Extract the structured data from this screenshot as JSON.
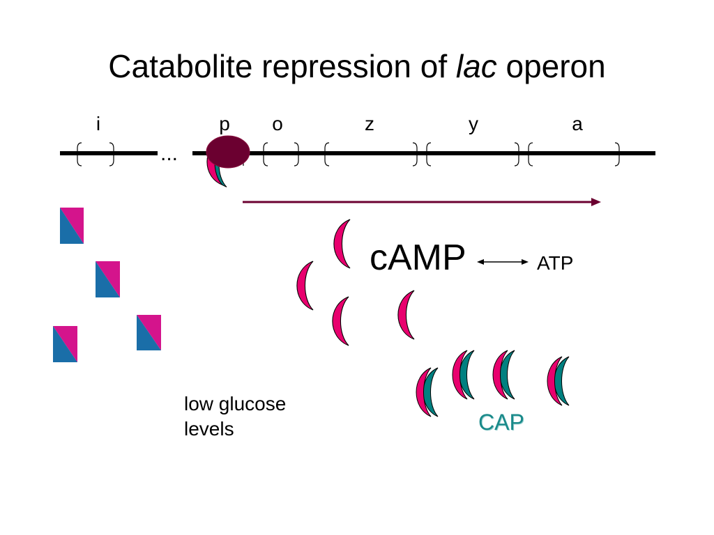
{
  "title": {
    "before": "Catabolite repression of ",
    "italic": "lac",
    "after": " operon"
  },
  "genes": [
    "i",
    "p",
    "o",
    "z",
    "y",
    "a"
  ],
  "ellipsis": "...",
  "labels": {
    "camp": "cAMP",
    "atp": "ATP",
    "low_glucose": [
      "low glucose",
      "levels"
    ],
    "cap": "CAP"
  },
  "colors": {
    "magenta": "#e8006e",
    "teal": "#008080",
    "repressor": "#6b0030",
    "arrow": "#6b0030",
    "glucose_blue": "#1a6ea8",
    "glucose_pink": "#d4148c",
    "cap_text": "#1a8a8a"
  }
}
